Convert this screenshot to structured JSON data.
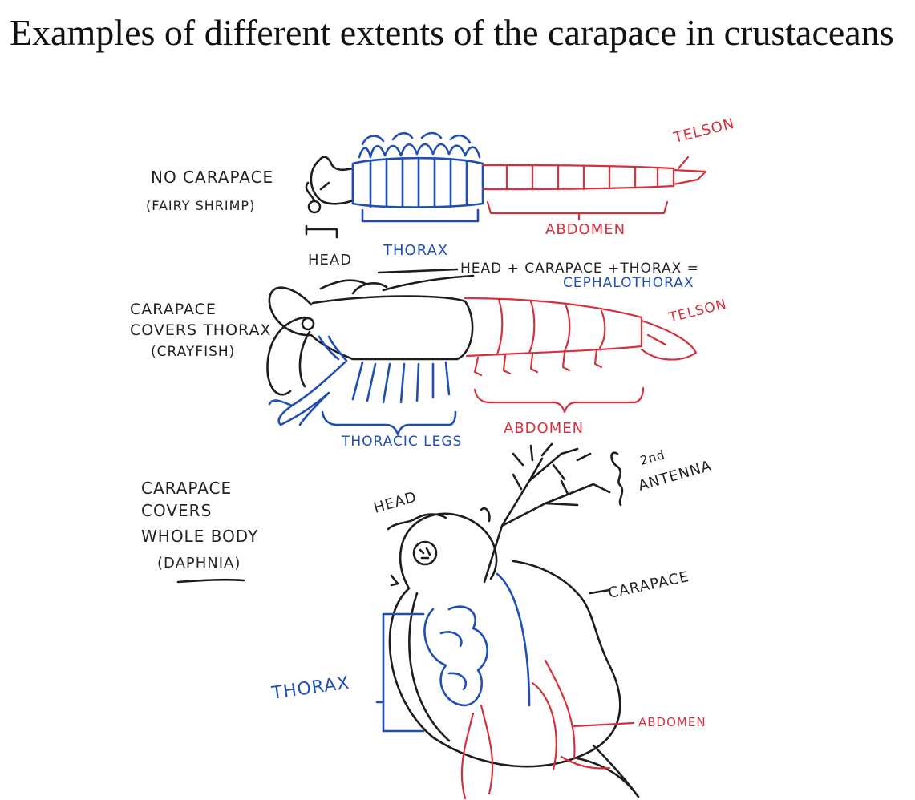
{
  "title": "Examples of different extents of the carapace in crustaceans",
  "colors": {
    "ink": "#1d1d1d",
    "blue": "#1f4fb5",
    "red": "#d6303d"
  },
  "panels": {
    "fairy_shrimp": {
      "caption_1": "NO CARAPACE",
      "caption_2": "(FAIRY SHRIMP)",
      "head": "HEAD",
      "thorax": "THORAX",
      "abdomen": "ABDOMEN",
      "telson": "TELSON"
    },
    "crayfish": {
      "caption_1": "CARAPACE",
      "caption_2": "COVERS THORAX",
      "caption_3": "(CRAYFISH)",
      "ceph_1": "HEAD + CARAPACE +THORAX =",
      "ceph_2": "CEPHALOTHORAX",
      "telson": "TELSON",
      "abdomen": "ABDOMEN",
      "legs": "THORACIC LEGS"
    },
    "daphnia": {
      "caption_1": "CARAPACE",
      "caption_2": "COVERS",
      "caption_3": "WHOLE BODY",
      "caption_4": "(DAPHNIA)",
      "head": "HEAD",
      "antenna_1": "2nd",
      "antenna_2": "ANTENNA",
      "carapace": "CARAPACE",
      "thorax": "THORAX",
      "abdomen": "ABDOMEN"
    }
  }
}
